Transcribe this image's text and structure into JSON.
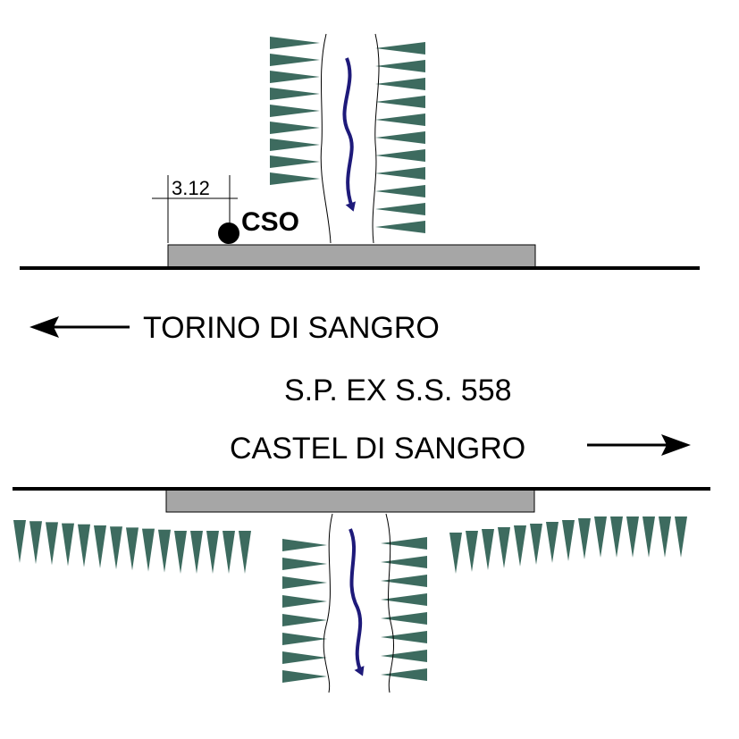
{
  "colors": {
    "line": "#000000",
    "bridge_deck": "#a6a6a6",
    "embankment": "#3d6b5f",
    "flow_arrow": "#1e1a7a"
  },
  "labels": {
    "distance": "3.12",
    "point": "CSO",
    "direction_left": "TORINO DI SANGRO",
    "road": "S.P. EX S.S. 558",
    "direction_right": "CASTEL DI SANGRO"
  },
  "icons": {
    "left_arrow": "arrow-left-icon",
    "right_arrow": "arrow-right-icon",
    "flow": "flow-direction-arrow-icon",
    "point_marker": "cso-point-marker"
  }
}
